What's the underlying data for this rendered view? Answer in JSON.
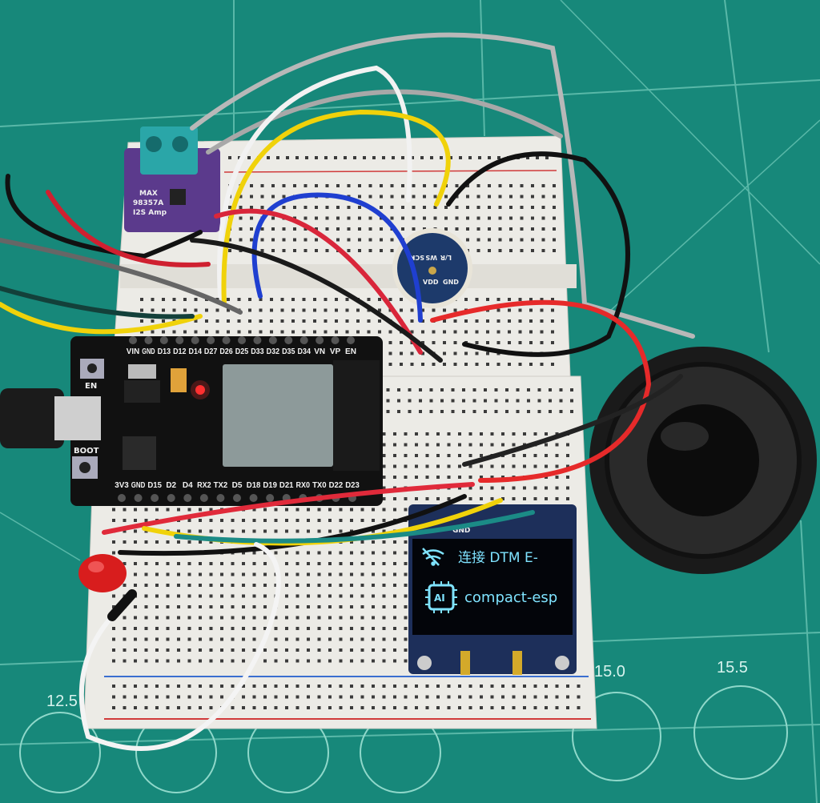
{
  "esp32": {
    "top_pins": [
      "VIN",
      "GND",
      "D13",
      "D12",
      "D14",
      "D27",
      "D26",
      "D25",
      "D33",
      "D32",
      "D35",
      "D34",
      "VN",
      "VP",
      "EN"
    ],
    "bottom_pins": [
      "3V3",
      "GND",
      "D15",
      "D2",
      "D4",
      "RX2",
      "TX2",
      "D5",
      "D18",
      "D19",
      "D21",
      "RX0",
      "TX0",
      "D22",
      "D23"
    ],
    "en_button": "EN",
    "boot_button": "BOOT"
  },
  "amp_module": {
    "line1": "MAX",
    "line2": "98357A",
    "line3": "I2S Amp"
  },
  "mic_module": {
    "pins_top": [
      "SCK",
      "WS",
      "L/R"
    ],
    "pins_bottom": [
      "VDD",
      "GND"
    ]
  },
  "oled": {
    "status_icon": "wifi-off-icon",
    "line1": "连接 DTM E-",
    "chip_icon_label": "AI",
    "line2": "compact-esp",
    "pin_label": "GND"
  },
  "mat_ruler": {
    "labels": [
      "12.5",
      "15.0",
      "15.5"
    ]
  },
  "colors": {
    "mat": "#17887a",
    "breadboard": "#ecebe6",
    "pcb": "#111111",
    "oled_text": "#7fe3ff",
    "amp_pcb": "#5b3a8c",
    "mic_pcb": "#1d3a6b"
  }
}
